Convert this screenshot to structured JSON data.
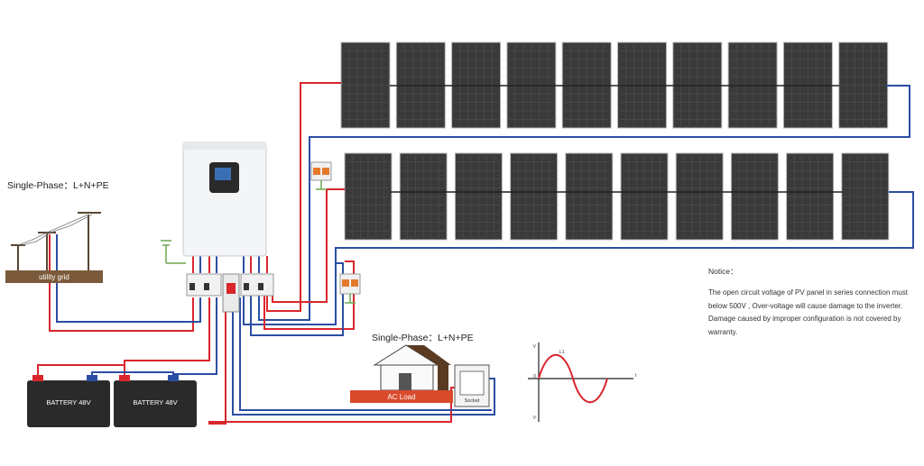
{
  "grid": {
    "title": "Single-Phase：L+N+PE",
    "label": "utility grid"
  },
  "load": {
    "title": "Single-Phase：L+N+PE",
    "label": "AC Load",
    "socket": "Socket"
  },
  "batteries": [
    {
      "label": "BATTERY 48V"
    },
    {
      "label": "BATTERY 48V"
    }
  ],
  "notice": {
    "title": "Notice：",
    "body": "The open circuit voltage of PV panel in series connection must below 500V , Over-voltage will cause damage to the inverter. Damage caused by improper configuration is not covered by warranty."
  },
  "waveform": {
    "y_label": "V",
    "series_label": "L1",
    "origin_label": "0",
    "x_label": "t",
    "bottom_label": "V"
  },
  "pv_rows": [
    {
      "panels": 10
    },
    {
      "panels": 10
    }
  ],
  "colors": {
    "positive": "#d9262c",
    "negative": "#2b4ea2",
    "ground": "#6aa84f",
    "load_bar": "#d94a2b",
    "breaker_accent": "#e57a2c",
    "grid_base": "#7a5a3a",
    "panel": "#3a3a3a"
  }
}
